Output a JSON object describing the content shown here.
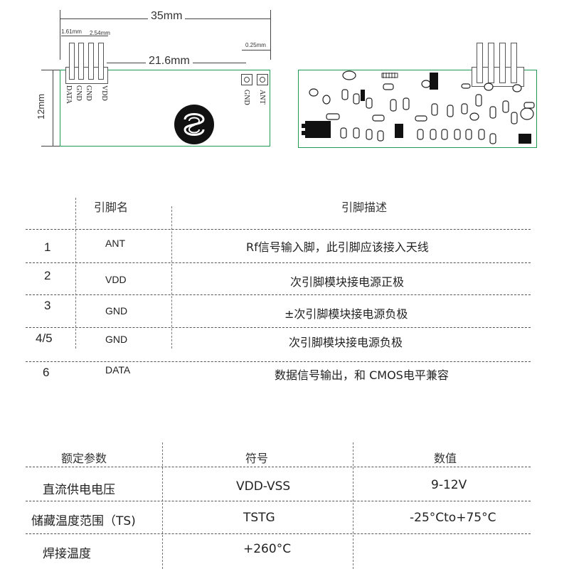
{
  "diagram": {
    "dim_width": "35mm",
    "dim_pin_pitch_a": "1.61mm",
    "dim_pin_pitch_b": "2.54mm",
    "dim_span": "21.6mm",
    "dim_small": "0.25mm",
    "dim_height": "12mm",
    "pins_left": [
      "DATA",
      "GND",
      "GND",
      "VDD"
    ],
    "pins_right": [
      "GND",
      "ANT"
    ]
  },
  "pin_table": {
    "headers": [
      "引脚名",
      "引脚描述"
    ],
    "rows": [
      {
        "num": "1",
        "name": "ANT",
        "desc": "Rf信号输入脚，此引脚应该接入天线"
      },
      {
        "num": "2",
        "name": "VDD",
        "desc": "次引脚模块接电源正极"
      },
      {
        "num": "3",
        "name": "GND",
        "desc": "±次引脚模块接电源负极"
      },
      {
        "num": "4/5",
        "name": "GND",
        "desc": "次引脚模块接电源负极"
      },
      {
        "num": "6",
        "name": "DATA",
        "desc": "数据信号输出，和 CMOS电平兼容"
      }
    ]
  },
  "param_table": {
    "headers": [
      "额定参数",
      "符号",
      "数值"
    ],
    "rows": [
      {
        "param": "直流供电电压",
        "symbol": "VDD-VSS",
        "value": "9-12V"
      },
      {
        "param": "储藏温度范围（TS)",
        "symbol": "TSTG",
        "value": "-25°Cto+75°C"
      },
      {
        "param": "焊接温度",
        "symbol": "+260°C",
        "value": ""
      }
    ]
  },
  "colors": {
    "pcb_border": "#1f9a52",
    "chip": "#111111",
    "line": "#555555"
  }
}
